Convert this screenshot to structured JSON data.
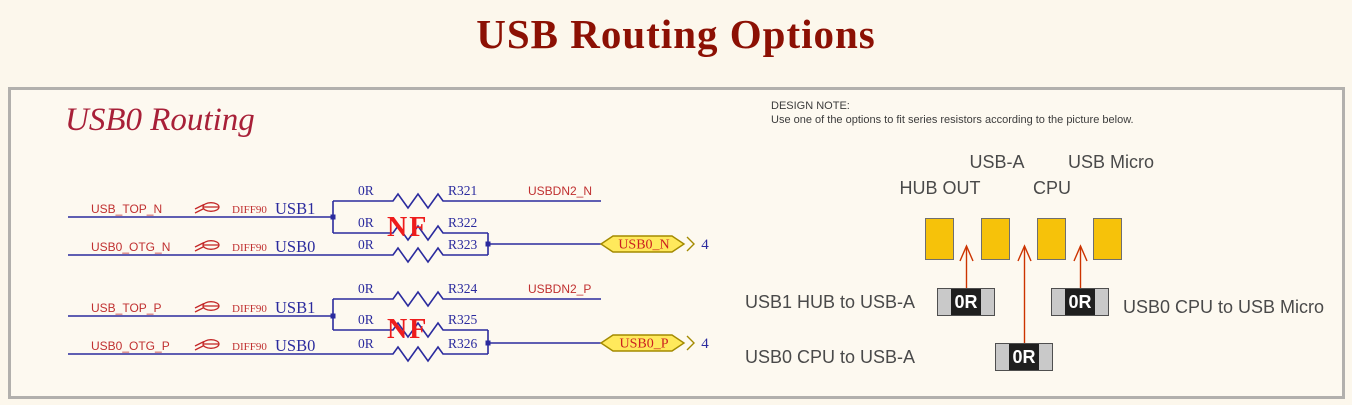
{
  "title": "USB Routing Options",
  "section": {
    "heading": "USB0 Routing"
  },
  "design_note": {
    "heading": "DESIGN NOTE:",
    "body": "Use one of the options to fit series resistors according to the picture below."
  },
  "schematic": {
    "inputs": [
      {
        "net": "USB_TOP_N",
        "directive": "DIFF90",
        "bus": "USB1"
      },
      {
        "net": "USB0_OTG_N",
        "directive": "DIFF90",
        "bus": "USB0"
      },
      {
        "net": "USB_TOP_P",
        "directive": "DIFF90",
        "bus": "USB1"
      },
      {
        "net": "USB0_OTG_P",
        "directive": "DIFF90",
        "bus": "USB0"
      }
    ],
    "resistors": [
      {
        "value": "0R",
        "ref": "R321"
      },
      {
        "value": "0R",
        "ref": "R322",
        "flag": "NF"
      },
      {
        "value": "0R",
        "ref": "R323"
      },
      {
        "value": "0R",
        "ref": "R324"
      },
      {
        "value": "0R",
        "ref": "R325",
        "flag": "NF"
      },
      {
        "value": "0R",
        "ref": "R326"
      }
    ],
    "stub_nets": [
      "USBDN2_N",
      "USBDN2_P"
    ],
    "ports": [
      {
        "label": "USB0_N",
        "sheet": "4"
      },
      {
        "label": "USB0_P",
        "sheet": "4"
      }
    ]
  },
  "options_figure": {
    "connector_labels_top": [
      "USB-A",
      "USB Micro"
    ],
    "connector_labels_bottom": [
      "HUB OUT",
      "CPU"
    ],
    "resistor_value": "0R",
    "options": [
      "USB1 HUB to USB-A",
      "USB0 CPU to USB-A",
      "USB0 CPU to USB Micro"
    ]
  },
  "colors": {
    "title_red": "#8c1004",
    "heading_crimson": "#a82038",
    "wire_navy": "#2b2b9e",
    "net_label_red": "#c03030",
    "nf_red": "#ee1c1c",
    "port_fill_yellow": "#ffe95c",
    "port_border_olive": "#a38a00",
    "pad_yellow": "#f6c20a",
    "arrow_red": "#cc3300",
    "figure_text_gray": "#4a4a4a"
  }
}
